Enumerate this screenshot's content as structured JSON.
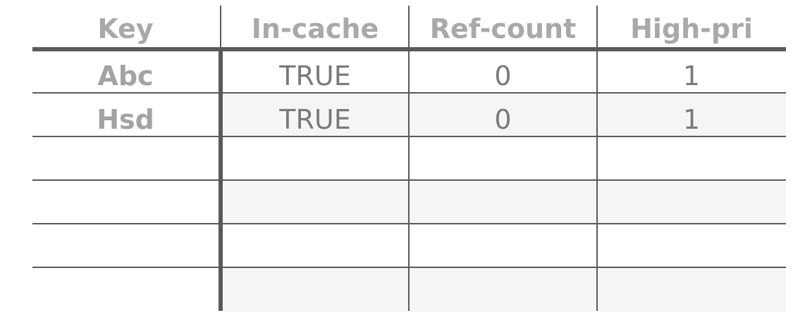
{
  "table": {
    "headers": [
      "Key",
      "In-cache",
      "Ref-count",
      "High-pri"
    ],
    "rows": [
      [
        "Abc",
        "TRUE",
        "0",
        "1"
      ],
      [
        "Hsd",
        "TRUE",
        "0",
        "1"
      ],
      [
        "",
        "",
        "",
        ""
      ],
      [
        "",
        "",
        "",
        ""
      ],
      [
        "",
        "",
        "",
        ""
      ],
      [
        "",
        "",
        "",
        ""
      ]
    ]
  }
}
